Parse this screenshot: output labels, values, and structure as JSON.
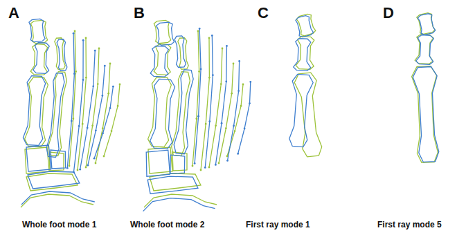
{
  "diagram": {
    "labels": [
      "A",
      "Whole foot mode 1",
      "B",
      "Whole foot mode 2",
      "C",
      "First ray mode 1",
      "D",
      "First ray mode 5"
    ]
  }
}
